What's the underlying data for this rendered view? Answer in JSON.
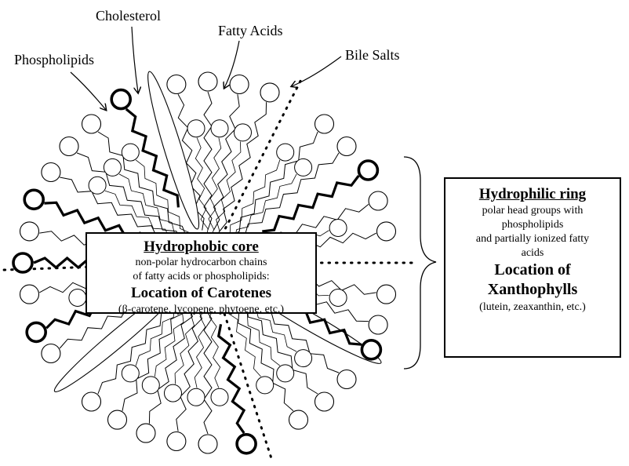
{
  "labels": {
    "cholesterol": "Cholesterol",
    "fatty_acids": "Fatty Acids",
    "bile_salts": "Bile Salts",
    "phospholipids": "Phospholipids"
  },
  "core_box": {
    "title": "Hydrophobic core",
    "line1": "non-polar hydrocarbon chains",
    "line2": "of fatty acids or phospholipids:",
    "heading": "Location of Carotenes",
    "note": "(β-carotene, lycopene, phytoene, etc.)"
  },
  "ring_box": {
    "title": "Hydrophilic ring",
    "line1": "polar head groups with",
    "line2": "phospholipids",
    "line3": "and partially ionized fatty",
    "line4": "acids",
    "heading1": "Location of",
    "heading2": "Xanthophylls",
    "note": "(lutein, zeaxanthin, etc.)"
  },
  "colors": {
    "stroke": "#000000",
    "background": "#ffffff"
  }
}
